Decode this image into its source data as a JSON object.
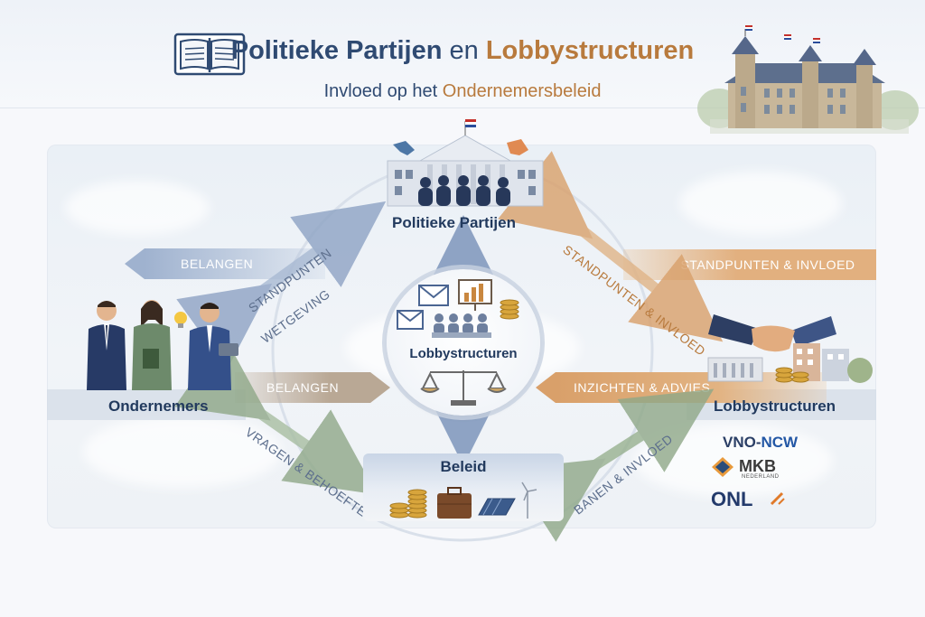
{
  "header": {
    "title_part1": "Politieke Partijen",
    "title_conj": " en ",
    "title_part2": "Lobbystructuren",
    "subtitle_part1": "Invloed op het ",
    "subtitle_part2": "Ondernemersbeleid"
  },
  "nodes": {
    "politieke_partijen": "Politieke Partijen",
    "ondernemers": "Ondernemers",
    "lobbystructuren_center": "Lobbystructuren",
    "lobbystructuren_right": "Lobbystructuren",
    "beleid": "Beleid"
  },
  "arrows": {
    "belangen_top": "BELANGEN",
    "standpunten_wetgeving_1": "STANDPUNTEN",
    "standpunten_wetgeving_2": "WETGEVING",
    "standpunten_invloed_diag": "STANDPUNTEN & INVLOED",
    "standpunten_invloed_band": "STANDPUNTEN & INVLOED",
    "belangen_mid": "BELANGEN",
    "inzichten_advies": "INZICHTEN & ADVIES",
    "vragen_behoeftes": "VRAGEN & BEHOEFTES",
    "banen_invloed": "BANEN & INVLOED"
  },
  "logos": {
    "vno_part1": "VNO-",
    "vno_part2": "NCW",
    "mkb": "MKB",
    "mkb_sub": "NEDERLAND",
    "onl": "ONL"
  },
  "colors": {
    "navy": "#223a5e",
    "accent_orange": "#b87a3d",
    "band_blue": "#9fb2cf",
    "band_orange": "#e2b07f",
    "arrow_green": "#8fa888"
  }
}
